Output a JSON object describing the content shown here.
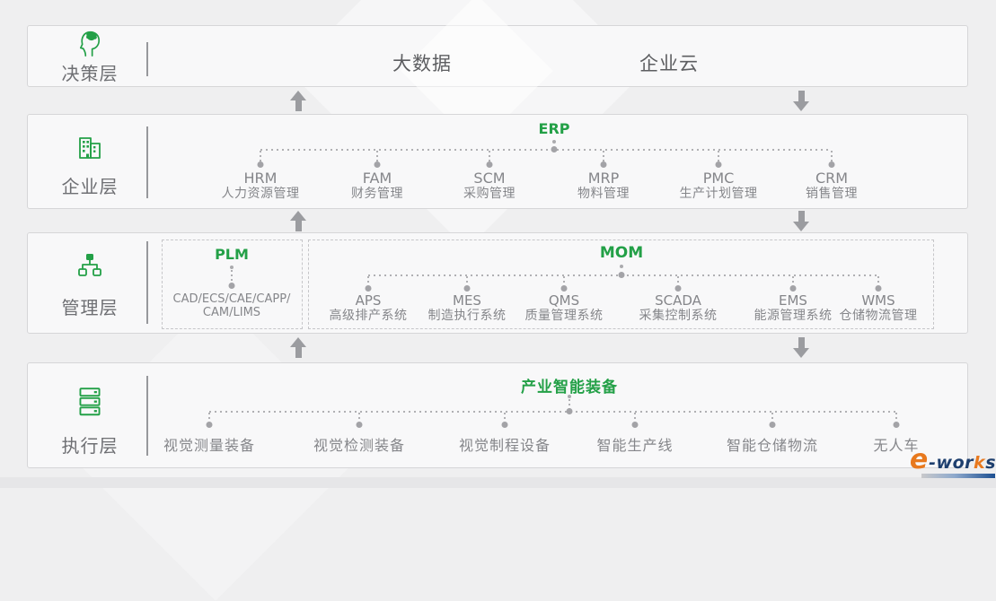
{
  "colors": {
    "accent_green": "#23a047",
    "gray_text": "#85868a",
    "layer_label_gray": "#6e6f73",
    "arrow_gray": "#9b9ca0",
    "logo_orange": "#e8791e",
    "logo_navy": "#1e3f6e"
  },
  "layer1": {
    "label": "决策层",
    "icon": "head-brain-icon",
    "item1": "大数据",
    "item2": "企业云"
  },
  "layer2": {
    "label": "企业层",
    "icon": "buildings-icon",
    "group": "ERP",
    "items": [
      {
        "acronym": "HRM",
        "name": "人力资源管理"
      },
      {
        "acronym": "FAM",
        "name": "财务管理"
      },
      {
        "acronym": "SCM",
        "name": "采购管理"
      },
      {
        "acronym": "MRP",
        "name": "物料管理"
      },
      {
        "acronym": "PMC",
        "name": "生产计划管理"
      },
      {
        "acronym": "CRM",
        "name": "销售管理"
      }
    ]
  },
  "layer3": {
    "label": "管理层",
    "icon": "org-chart-icon",
    "plm": {
      "title": "PLM",
      "line1": "CAD/ECS/CAE/CAPP/",
      "line2": "CAM/LIMS"
    },
    "mom": {
      "title": "MOM",
      "items": [
        {
          "acronym": "APS",
          "name": "高级排产系统"
        },
        {
          "acronym": "MES",
          "name": "制造执行系统"
        },
        {
          "acronym": "QMS",
          "name": "质量管理系统"
        },
        {
          "acronym": "SCADA",
          "name": "采集控制系统"
        },
        {
          "acronym": "EMS",
          "name": "能源管理系统"
        },
        {
          "acronym": "WMS",
          "name": "仓储物流管理"
        }
      ]
    }
  },
  "layer4": {
    "label": "执行层",
    "icon": "server-stack-icon",
    "group": "产业智能装备",
    "items": [
      {
        "name": "视觉测量装备"
      },
      {
        "name": "视觉检测装备"
      },
      {
        "name": "视觉制程设备"
      },
      {
        "name": "智能生产线"
      },
      {
        "name": "智能仓储物流"
      },
      {
        "name": "无人车"
      }
    ]
  },
  "logo": {
    "e": "e",
    "part1": "-wor",
    "k": "k",
    "s": "s"
  }
}
